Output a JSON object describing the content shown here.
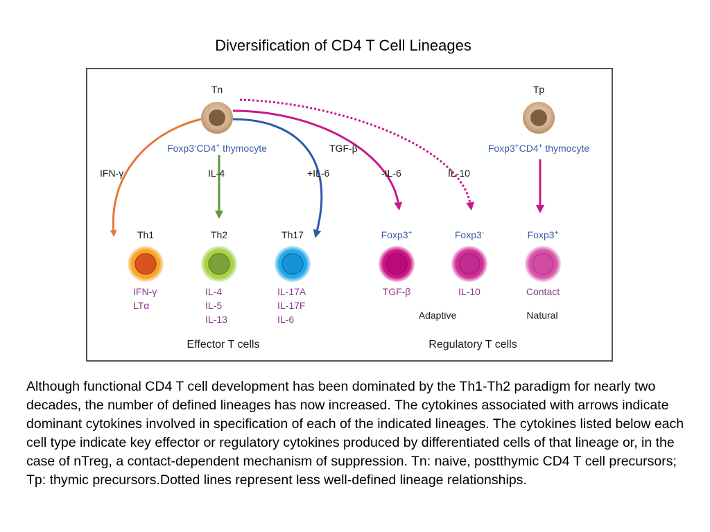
{
  "title": "Diversification of CD4 T Cell Lineages",
  "diagram": {
    "precursors": {
      "tn": {
        "label": "Tn",
        "desc_pre": "Foxp3",
        "desc_sup1": "-",
        "desc_mid": "CD4",
        "desc_sup2": "+",
        "desc_post": " thymocyte"
      },
      "tp": {
        "label": "Tp",
        "desc_pre": "Foxp3",
        "desc_sup1": "+",
        "desc_mid": "CD4",
        "desc_sup2": "+",
        "desc_post": " thymocyte"
      }
    },
    "arrow_labels": {
      "ifn": "IFN-γ",
      "il4": "IL-4",
      "tgf": "TGF-β",
      "il6plus": "+IL-6",
      "il6minus": "-IL-6",
      "il10": "IL-10"
    },
    "cells": [
      {
        "name": "Th1",
        "cytokines": [
          "IFN-γ",
          "LTα"
        ]
      },
      {
        "name": "Th2",
        "cytokines": [
          "IL-4",
          "IL-5",
          "IL-13"
        ]
      },
      {
        "name": "Th17",
        "cytokines": [
          "IL-17A",
          "IL-17F",
          "IL-6"
        ]
      },
      {
        "name_pre": "Foxp3",
        "name_sup": "+",
        "cytokines": [
          "TGF-β"
        ]
      },
      {
        "name_pre": "Foxp3",
        "name_sup": "-",
        "cytokines": [
          "IL-10"
        ]
      },
      {
        "name_pre": "Foxp3",
        "name_sup": "+",
        "cytokines": [
          "Contact"
        ]
      }
    ],
    "sublabels": {
      "adaptive": "Adaptive",
      "natural": "Natural"
    },
    "groups": {
      "effector": "Effector T cells",
      "regulatory": "Regulatory T cells"
    },
    "colors": {
      "th1": "#f08a1c",
      "th2": "#8cc63f",
      "th17": "#1ba6e8",
      "treg": "#d4148c",
      "arrow_ifn": "#e8763a",
      "arrow_il4": "#5a9a3a",
      "arrow_il6": "#2f5aa8",
      "arrow_treg": "#c8188a",
      "precursor": "#c9a27e"
    }
  },
  "caption": "Although functional CD4 T cell development has been dominated by the Th1-Th2 paradigm for nearly two decades, the number of defined lineages has now increased. The cytokines associated with arrows indicate dominant cytokines involved in specification of each of the indicated lineages. The cytokines listed below each cell type indicate key effector or regulatory cytokines produced by differentiated cells of that lineage or, in the case of nTreg, a contact-dependent mechanism of suppression. Tn: naive, postthymic CD4 T cell precursors; Tp: thymic precursors.Dotted lines represent less well-defined lineage relationships."
}
